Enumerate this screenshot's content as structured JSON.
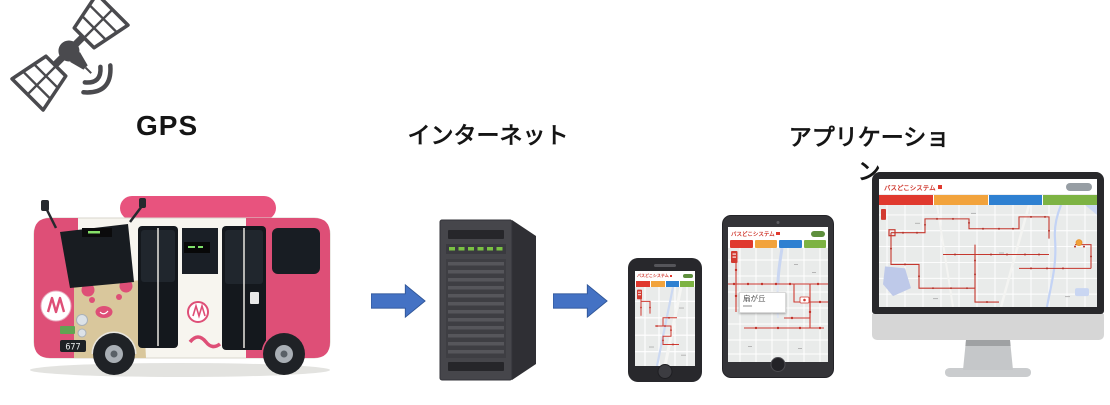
{
  "diagram": {
    "gps_label": "GPS",
    "internet_label": "インターネット",
    "application_label": "アプリケーション"
  },
  "app": {
    "title": "バスどこシステム",
    "popup_stop_name": "扇が丘",
    "tabs": [
      {
        "name": "route-tab-red",
        "color": "#e0392e"
      },
      {
        "name": "route-tab-orange",
        "color": "#f2a33c"
      },
      {
        "name": "route-tab-blue",
        "color": "#2e80d1"
      },
      {
        "name": "route-tab-green",
        "color": "#7db343"
      }
    ]
  },
  "bus": {
    "plate_number": "677"
  },
  "colors": {
    "arrow_blue": "#4472c4",
    "route_red": "#cf3a31",
    "brand_pink": "#de4f77",
    "bus_tan": "#d9c79c",
    "led_green": "#7ac143",
    "app_title_red": "#cf352b",
    "pill_green": "#5e8f3d",
    "pill_gray": "#979ea4",
    "satellite_gray": "#4a4a4e",
    "server_gray": "#46464b"
  }
}
